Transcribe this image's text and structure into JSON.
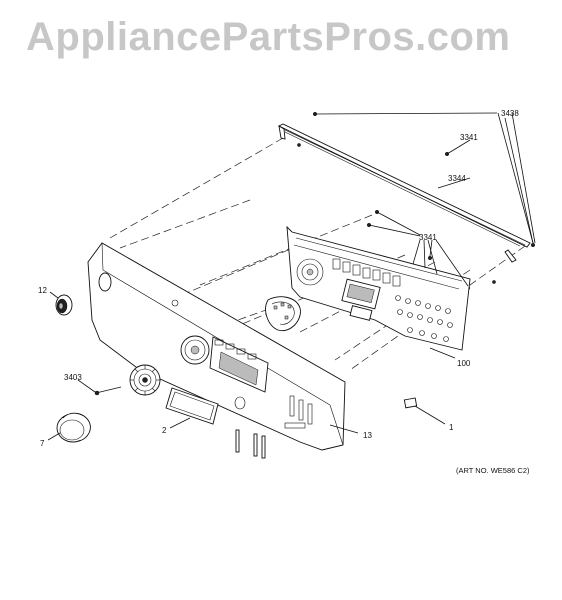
{
  "watermark": "AppliancePartsPros.com",
  "art_number": "(ART NO. WE586 C2)",
  "callouts": {
    "c3438": "3438",
    "c3341a": "3341",
    "c3344": "3344",
    "c3341b": "3341",
    "c12": "12",
    "c100": "100",
    "c3403": "3403",
    "c2": "2",
    "c13": "13",
    "c1": "1",
    "c7": "7"
  }
}
